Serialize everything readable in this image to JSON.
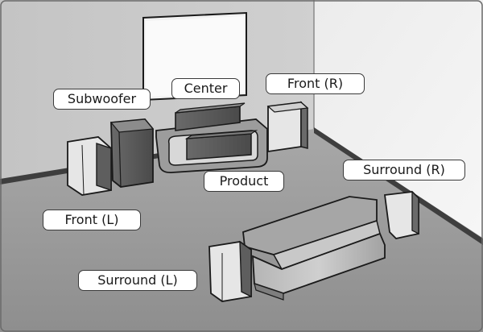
{
  "labels": {
    "center": "Center",
    "front_r": "Front (R)",
    "subwoofer": "Subwoofer",
    "product": "Product",
    "surround_r": "Surround (R)",
    "front_l": "Front (L)",
    "surround_l": "Surround (L)"
  },
  "colors": {
    "room_wall": "#c9c9c9",
    "room_wall_light": "#e3e3e3",
    "floor": "#9a9a9a",
    "speaker_face": "#e6e6e6",
    "speaker_dark": "#5a5a5a",
    "outline": "#1a1a1a"
  }
}
